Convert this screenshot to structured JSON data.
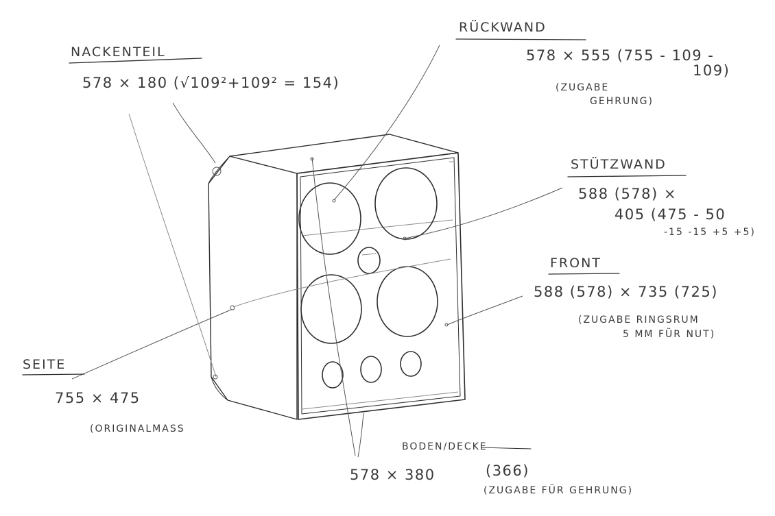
{
  "labels": {
    "nackenteil": {
      "title": "NACKENTEIL",
      "dims": "578 × 180 (√109²+109² = 154)"
    },
    "rueckwand": {
      "title": "RÜCKWAND",
      "dims_line1": "578 × 555 (755 - 109 -",
      "dims_line2": "109)",
      "note_line1": "(ZUGABE",
      "note_line2": "GEHRUNG)"
    },
    "stuetzwand": {
      "title": "STÜTZWAND",
      "dims_line1": "588 (578) ×",
      "dims_line2": "405 (475 - 50",
      "dims_line3": "-15 -15 +5 +5)"
    },
    "front": {
      "title": "FRONT",
      "dims": "588 (578) × 735 (725)",
      "note_line1": "(ZUGABE RINGSRUM",
      "note_line2": "5 MM FÜR NUT)"
    },
    "seite": {
      "title": "SEITE",
      "dims": "755 × 475",
      "note": "(ORIGINALMASS"
    },
    "boden": {
      "title": "BODEN/DECKE",
      "dims": "578 × 380",
      "dims_alt": "(366)",
      "note": "(ZUGABE FÜR GEHRUNG)"
    }
  }
}
